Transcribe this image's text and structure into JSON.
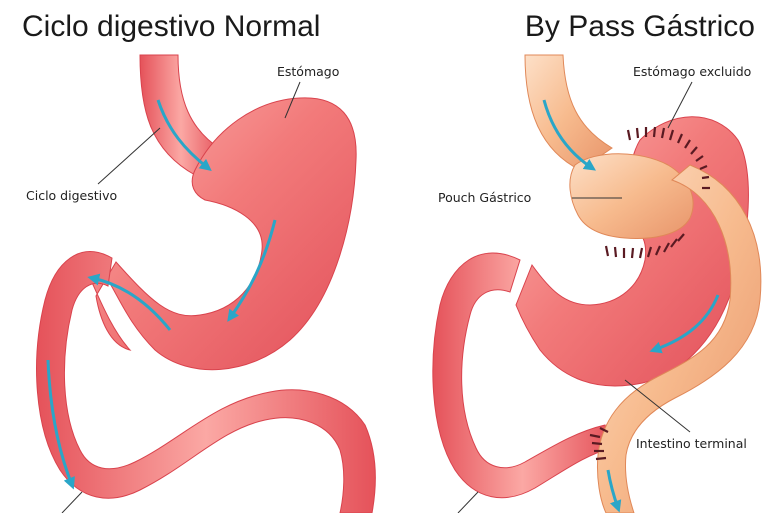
{
  "panels": {
    "left": {
      "title": "Ciclo digestivo Normal",
      "labels": {
        "stomach": "Estómago",
        "digestive_cycle": "Ciclo digestivo"
      }
    },
    "right": {
      "title": "By Pass Gástrico",
      "labels": {
        "excluded_stomach": "Estómago excluido",
        "gastric_pouch": "Pouch Gástrico",
        "terminal_intestine": "Intestino terminal"
      }
    }
  },
  "colors": {
    "organ": "#f07474",
    "organ_dark": "#e04a52",
    "organ_highlight": "#fbb8b4",
    "bypass": "#f6b98c",
    "bypass_dark": "#e58a5e",
    "arrow": "#2aa6c8",
    "staple": "#5a1a22",
    "leader_line": "#333333"
  }
}
